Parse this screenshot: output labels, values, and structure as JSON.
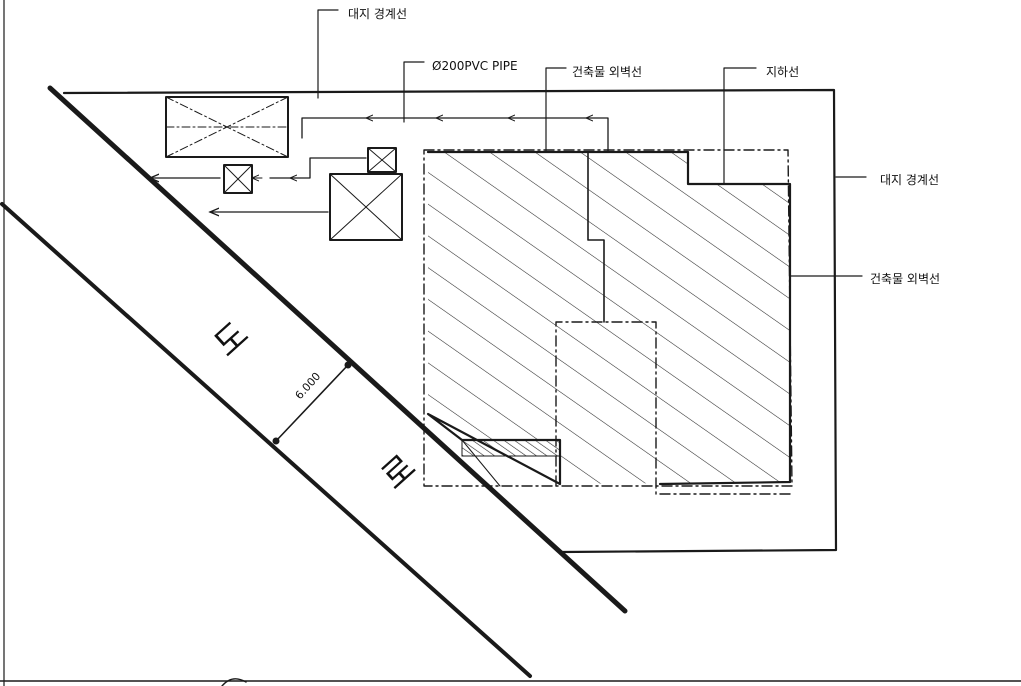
{
  "labels": {
    "site_boundary_top": "대지 경계선",
    "pipe": "Ø200PVC PIPE",
    "building_line": "건축물 외벽선",
    "setback_line": "지하선",
    "site_boundary_right": "대지 경계선",
    "building_line_right": "건축물 외벽선",
    "road_char_1": "도",
    "road_char_2": "로",
    "road_width": "6.000"
  },
  "colors": {
    "ink": "#1a1a1a",
    "paper": "#ffffff"
  }
}
